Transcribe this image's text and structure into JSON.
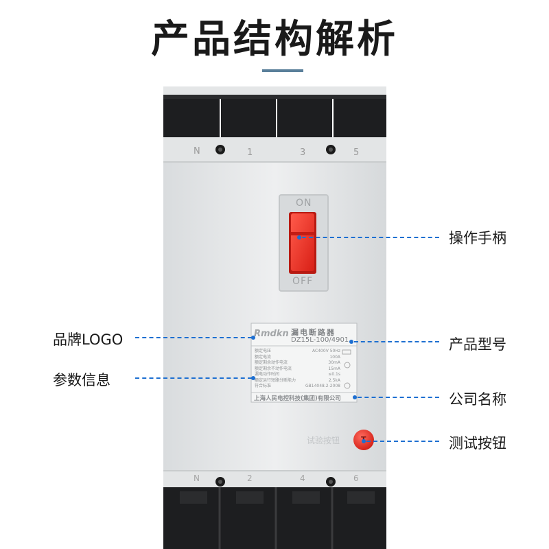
{
  "title": "产品结构解析",
  "product": {
    "on_label": "ON",
    "off_label": "OFF",
    "top_terminals": [
      "N",
      "1",
      "3",
      "5"
    ],
    "bottom_terminals": [
      "N",
      "2",
      "4",
      "6"
    ],
    "nameplate": {
      "brand": "Rmdkn",
      "name": "漏电断路器",
      "model": "DZ15L-100/4901",
      "params": [
        {
          "label": "额定电压",
          "value": "AC400V 50Hz"
        },
        {
          "label": "额定电流",
          "value": "100A"
        },
        {
          "label": "额定剩余动作电流",
          "value": "30mA"
        },
        {
          "label": "额定剩余不动作电流",
          "value": "15mA"
        },
        {
          "label": "漏电动作时间",
          "value": "≤0.1s"
        },
        {
          "label": "额定运行短路分断能力",
          "value": "2.5kA"
        },
        {
          "label": "符合标准",
          "value": "GB14048.2-2008"
        }
      ],
      "company": "上海人民电控科技(集团)有限公司"
    },
    "test_label": "试验按钮",
    "test_button_mark": "T"
  },
  "callouts": {
    "handle": "操作手柄",
    "logo": "品牌LOGO",
    "model": "产品型号",
    "params": "参数信息",
    "company": "公司名称",
    "test": "测试按钮"
  },
  "colors": {
    "leader": "#1d6fd1",
    "handle": "#e8342a",
    "test_button": "#e8342a",
    "body": "#e9ebec",
    "terminal_block": "#1d1e20"
  }
}
